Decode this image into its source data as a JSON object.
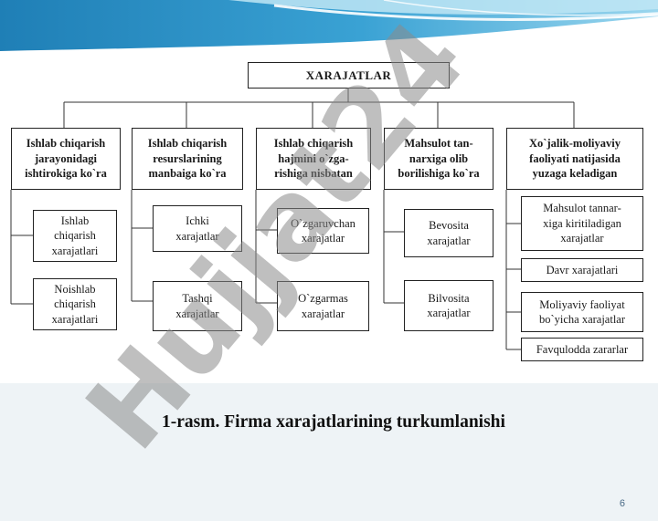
{
  "diagram": {
    "root": "XARAJATLAR",
    "categories": [
      "Ishlab chiqarish\njarayonidagi\nishtirokiga ko`ra",
      "Ishlab chiqarish\nresurslarining\nmanbaiga ko`ra",
      "Ishlab chiqarish\nhajmini o`zga-\nrishiga nisbatan",
      "Mahsulot tan-\nnarxiga olib\nborilishiga ko`ra",
      "Xo`jalik-moliyaviy\nfaoliyati natijasida\nyuzaga keladigan"
    ],
    "items": [
      [
        "Ishlab\nchiqarish\nxarajatlari",
        "Noishlab\nchiqarish\nxarajatlari"
      ],
      [
        "Ichki\nxarajatlar",
        "Tashqi\nxarajatlar"
      ],
      [
        "O`zgaruvchan\nxarajatlar",
        "O`zgarmas\nxarajatlar"
      ],
      [
        "Bevosita\nxarajatlar",
        "Bilvosita\nxarajatlar"
      ],
      [
        "Mahsulot tannar-\nxiga kiritiladigan\nxarajatlar",
        "Davr xarajatlari",
        "Moliyaviy  faoliyat\nbo`yicha xarajatlar",
        "Favqulodda zararlar"
      ]
    ]
  },
  "watermark": "Hujjat24",
  "caption": "1-rasm. Firma xarajatlarining turkumlanishi",
  "slide_number": "6",
  "colors": {
    "wave_dark": "#1f7fb6",
    "wave_light": "#7fc6e6",
    "watermark": "#8a8a8a",
    "panel_bg": "#eef3f6"
  }
}
